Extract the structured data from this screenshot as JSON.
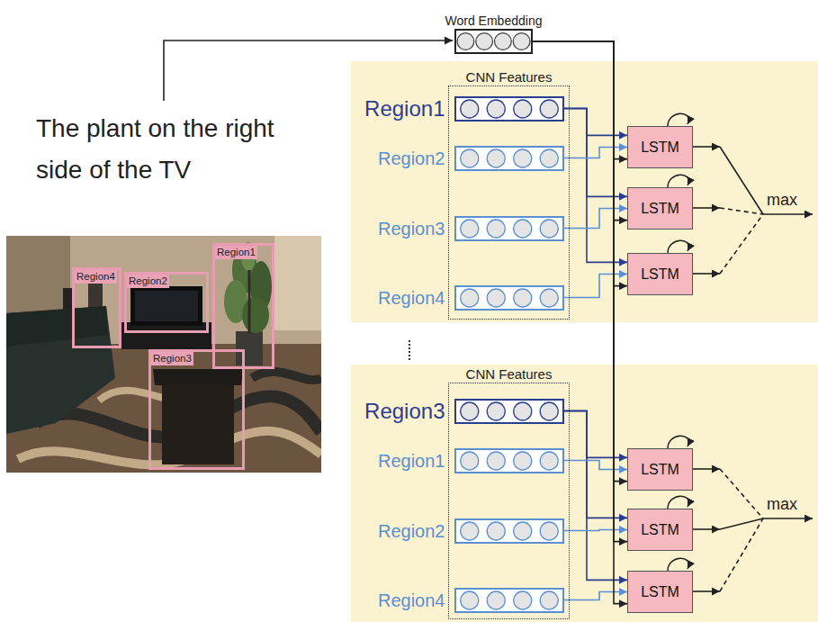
{
  "diagram": {
    "nodes": [
      {
        "text": [
          "Word Embedding"
        ]
      },
      {
        "text": [
          "CNN Features"
        ]
      },
      {
        "text": [
          "Region1"
        ],
        "in": 1
      },
      {
        "text": [
          "Region2"
        ],
        "in": 1
      },
      {
        "text": [
          "Region3"
        ],
        "in": 1
      },
      {
        "text": [
          "Region4"
        ],
        "in": 1
      },
      {
        "text": [
          "LSTM"
        ]
      },
      {
        "text": [
          "LSTM"
        ]
      },
      {
        "text": [
          "LSTM"
        ]
      },
      {
        "text": [
          "CNN Features"
        ]
      },
      {
        "text": [
          "Region3"
        ],
        "in": 9
      },
      {
        "text": [
          "Region1"
        ],
        "in": 9
      },
      {
        "text": [
          "Region2"
        ],
        "in": 9
      },
      {
        "text": [
          "Region4"
        ],
        "in": 9
      },
      {
        "text": [
          "LSTM"
        ]
      },
      {
        "text": [
          "LSTM"
        ]
      },
      {
        "text": [
          "LSTM"
        ]
      },
      {
        "text": [
          "Region4"
        ]
      },
      {
        "text": [
          "Region2"
        ]
      },
      {
        "text": [
          "Region1"
        ]
      },
      {
        "text": [
          "Region3"
        ]
      }
    ],
    "edges": [
      {
        "from": 2,
        "to": 6,
        "arrow": "to"
      },
      {
        "from": 2,
        "to": 7,
        "arrow": "to"
      },
      {
        "from": 2,
        "to": 8,
        "arrow": "to"
      },
      {
        "from": 3,
        "to": 6,
        "arrow": "to"
      },
      {
        "from": 4,
        "to": 7,
        "arrow": "to"
      },
      {
        "from": 5,
        "to": 8,
        "arrow": "to"
      },
      {
        "from": 0,
        "to": 6,
        "arrow": "to"
      },
      {
        "from": 0,
        "to": 7,
        "arrow": "to"
      },
      {
        "from": 0,
        "to": 8,
        "arrow": "to"
      },
      {
        "from": 10,
        "to": 14,
        "arrow": "to"
      },
      {
        "from": 10,
        "to": 15,
        "arrow": "to"
      },
      {
        "from": 10,
        "to": 16,
        "arrow": "to"
      },
      {
        "from": 11,
        "to": 14,
        "arrow": "to"
      },
      {
        "from": 12,
        "to": 15,
        "arrow": "to"
      },
      {
        "from": 13,
        "to": 16,
        "arrow": "to"
      },
      {
        "from": 0,
        "to": 14,
        "arrow": "to"
      },
      {
        "from": 0,
        "to": 15,
        "arrow": "to"
      },
      {
        "from": 0,
        "to": 16,
        "arrow": "to"
      }
    ],
    "labels": [
      "The plant on the right side of the TV",
      "max",
      "max"
    ]
  }
}
